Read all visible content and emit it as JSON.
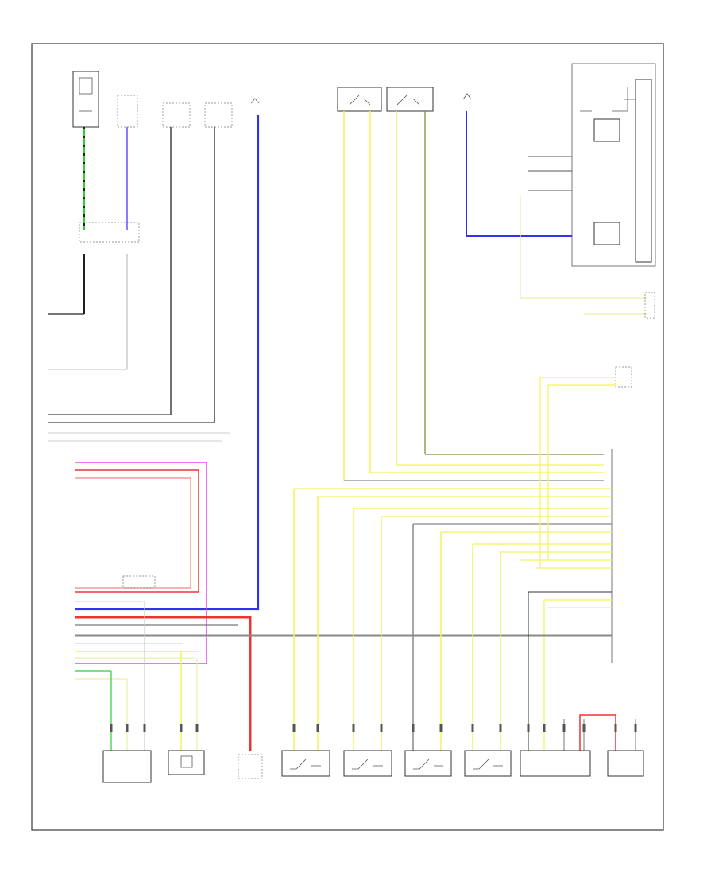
{
  "diagram": {
    "footer_mark": "",
    "wire_colors": {
      "green": "#33cc33",
      "blue": "#3333ee",
      "violet": "#8a7dff",
      "yellow": "#f2f25a",
      "yellow_pale": "#eeeeaa",
      "red": "#ee3333",
      "pink": "#ee44ee",
      "gray": "#888888",
      "black": "#222222",
      "white_wire": "#cccccc"
    },
    "top_components": [
      {
        "id": "c1",
        "label": ""
      },
      {
        "id": "c2",
        "label": ""
      },
      {
        "id": "c3",
        "label": ""
      },
      {
        "id": "c4",
        "label": ""
      },
      {
        "id": "c5",
        "label": ""
      },
      {
        "id": "c6",
        "label": ""
      },
      {
        "id": "c7",
        "label": ""
      },
      {
        "id": "c8",
        "label": ""
      },
      {
        "id": "c9",
        "label": ""
      },
      {
        "id": "c10",
        "label": ""
      }
    ],
    "bottom_components": [
      {
        "id": "b1",
        "label": ""
      },
      {
        "id": "b2",
        "label": ""
      },
      {
        "id": "b3",
        "label": ""
      },
      {
        "id": "b4",
        "label": ""
      },
      {
        "id": "b5",
        "label": ""
      },
      {
        "id": "b6",
        "label": ""
      },
      {
        "id": "b7",
        "label": ""
      },
      {
        "id": "b8",
        "label": ""
      },
      {
        "id": "b9",
        "label": ""
      }
    ]
  }
}
